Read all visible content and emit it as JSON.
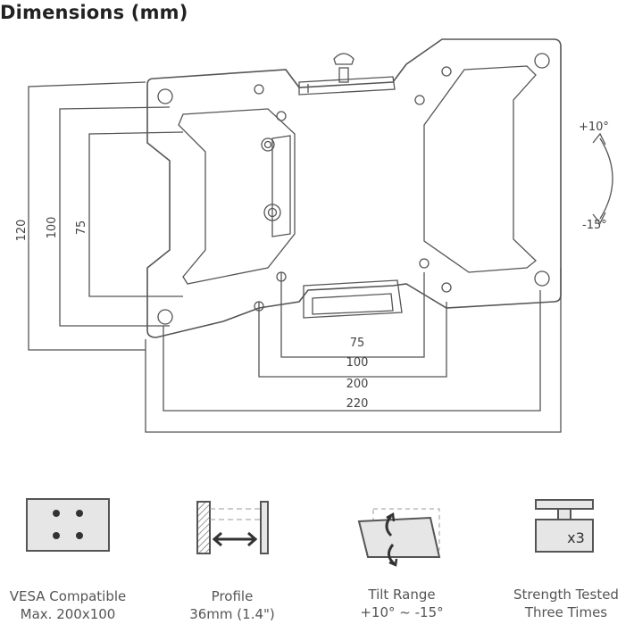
{
  "title": "Dimensions (mm)",
  "dimensions": {
    "vertical": [
      "120",
      "100",
      "75"
    ],
    "horizontal": [
      "75",
      "100",
      "200",
      "220"
    ]
  },
  "tilt": {
    "up": "+10°",
    "down": "-15°"
  },
  "features": [
    {
      "id": "vesa",
      "icon": "vesa-pattern-icon",
      "line1": "VESA Compatible",
      "line2": "Max. 200x100"
    },
    {
      "id": "profile",
      "icon": "profile-depth-icon",
      "line1": "Profile",
      "line2": "36mm (1.4\")"
    },
    {
      "id": "tilt",
      "icon": "tilt-range-icon",
      "line1": "Tilt Range",
      "line2": "+10° ~ -15°"
    },
    {
      "id": "strength",
      "icon": "weight-x3-icon",
      "line1": "Strength Tested",
      "line2": "Three Times",
      "badge": "x3"
    }
  ],
  "colors": {
    "line": "#555555",
    "text": "#444444",
    "icon_fill": "#e6e6e6"
  }
}
